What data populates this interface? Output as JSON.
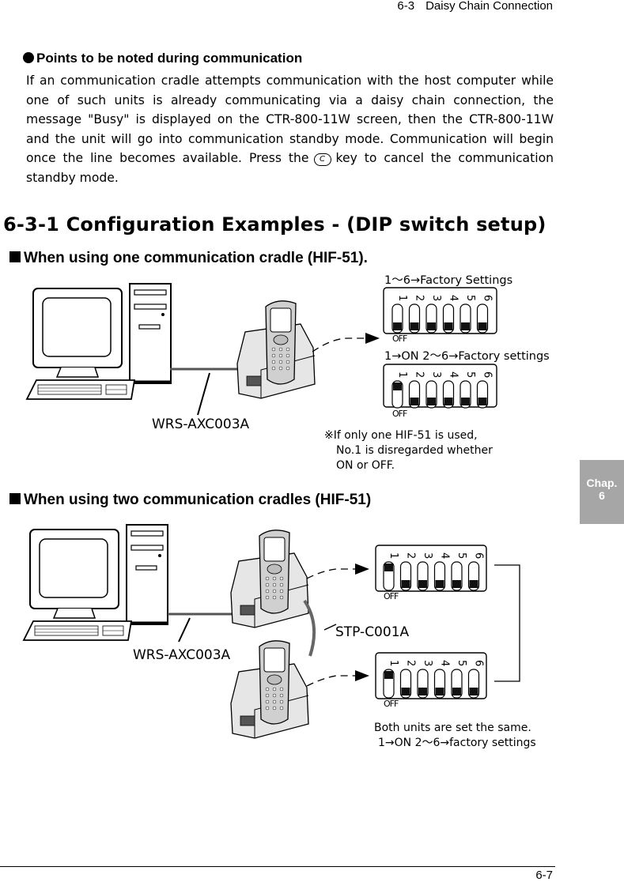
{
  "header": {
    "section": "6-3",
    "title": "Daisy Chain Connection"
  },
  "footer": {
    "page_number": "6-7"
  },
  "chapter_tab": {
    "line1": "Chap.",
    "line2": "6"
  },
  "points": {
    "title": "Points to be noted during communication",
    "para_part1": "If an communication cradle attempts communication with the host computer while one of such units is already communicating via a daisy chain connection, the message \"Busy\" is displayed on the CTR-800-11W screen, then the CTR-800-11W and the unit will go into communication standby mode. Communication will begin once the line becomes available. Press the",
    "key_label": "C",
    "para_part2": "key to cancel the communication standby mode."
  },
  "section": {
    "title": "6-3-1  Configuration Examples - (DIP switch setup)"
  },
  "fig1": {
    "heading": "When using one communication cradle (HIF-51).",
    "cable_label": "WRS-AXC003A",
    "setting1_label": "1～6→Factory Settings",
    "setting2_label": "1→ON 2～6→Factory settings",
    "switch_numbers": [
      "1",
      "2",
      "3",
      "4",
      "5",
      "6"
    ],
    "off_label": "OFF",
    "note_line1": "※If only one HIF-51 is used,",
    "note_line2": "No.1 is disregarded whether",
    "note_line3": "ON or OFF."
  },
  "fig2": {
    "heading": "When using two communication cradles (HIF-51)",
    "cable_label": "WRS-AXC003A",
    "link_cable_label": "STP-C001A",
    "note_line1": "Both units are set the same.",
    "note_line2": "1→ON   2～6→factory settings"
  }
}
